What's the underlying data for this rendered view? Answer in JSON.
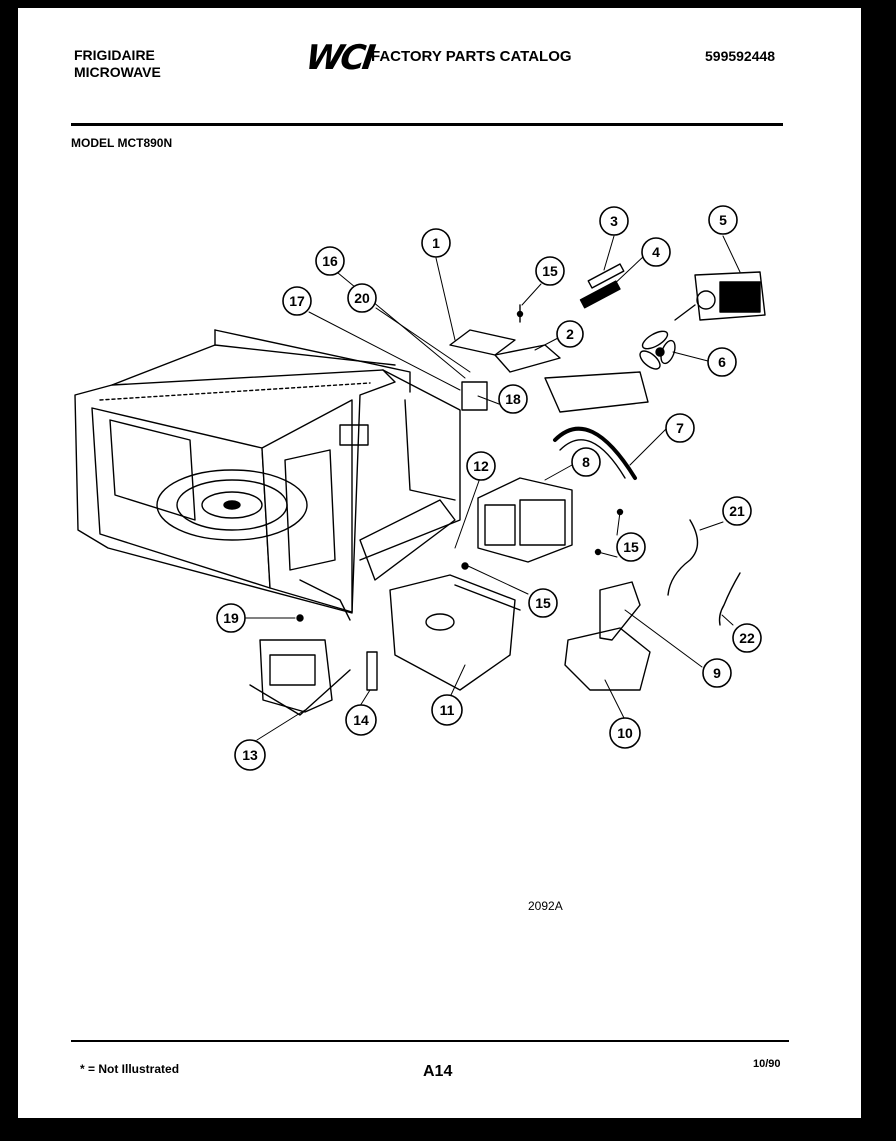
{
  "header": {
    "brand_line1": "FRIGIDAIRE",
    "brand_line2": "MICROWAVE",
    "logo": "WCI",
    "catalog_title": "FACTORY PARTS CATALOG",
    "part_number": "599592448"
  },
  "model": "MODEL MCT890N",
  "figure_code": "2092A",
  "footer": {
    "note": "* = Not Illustrated",
    "page": "A14",
    "date": "10/90"
  },
  "callouts": [
    "1",
    "2",
    "3",
    "4",
    "5",
    "6",
    "7",
    "8",
    "9",
    "10",
    "11",
    "12",
    "13",
    "14",
    "15",
    "15",
    "15",
    "16",
    "17",
    "18",
    "19",
    "20",
    "21",
    "22"
  ]
}
